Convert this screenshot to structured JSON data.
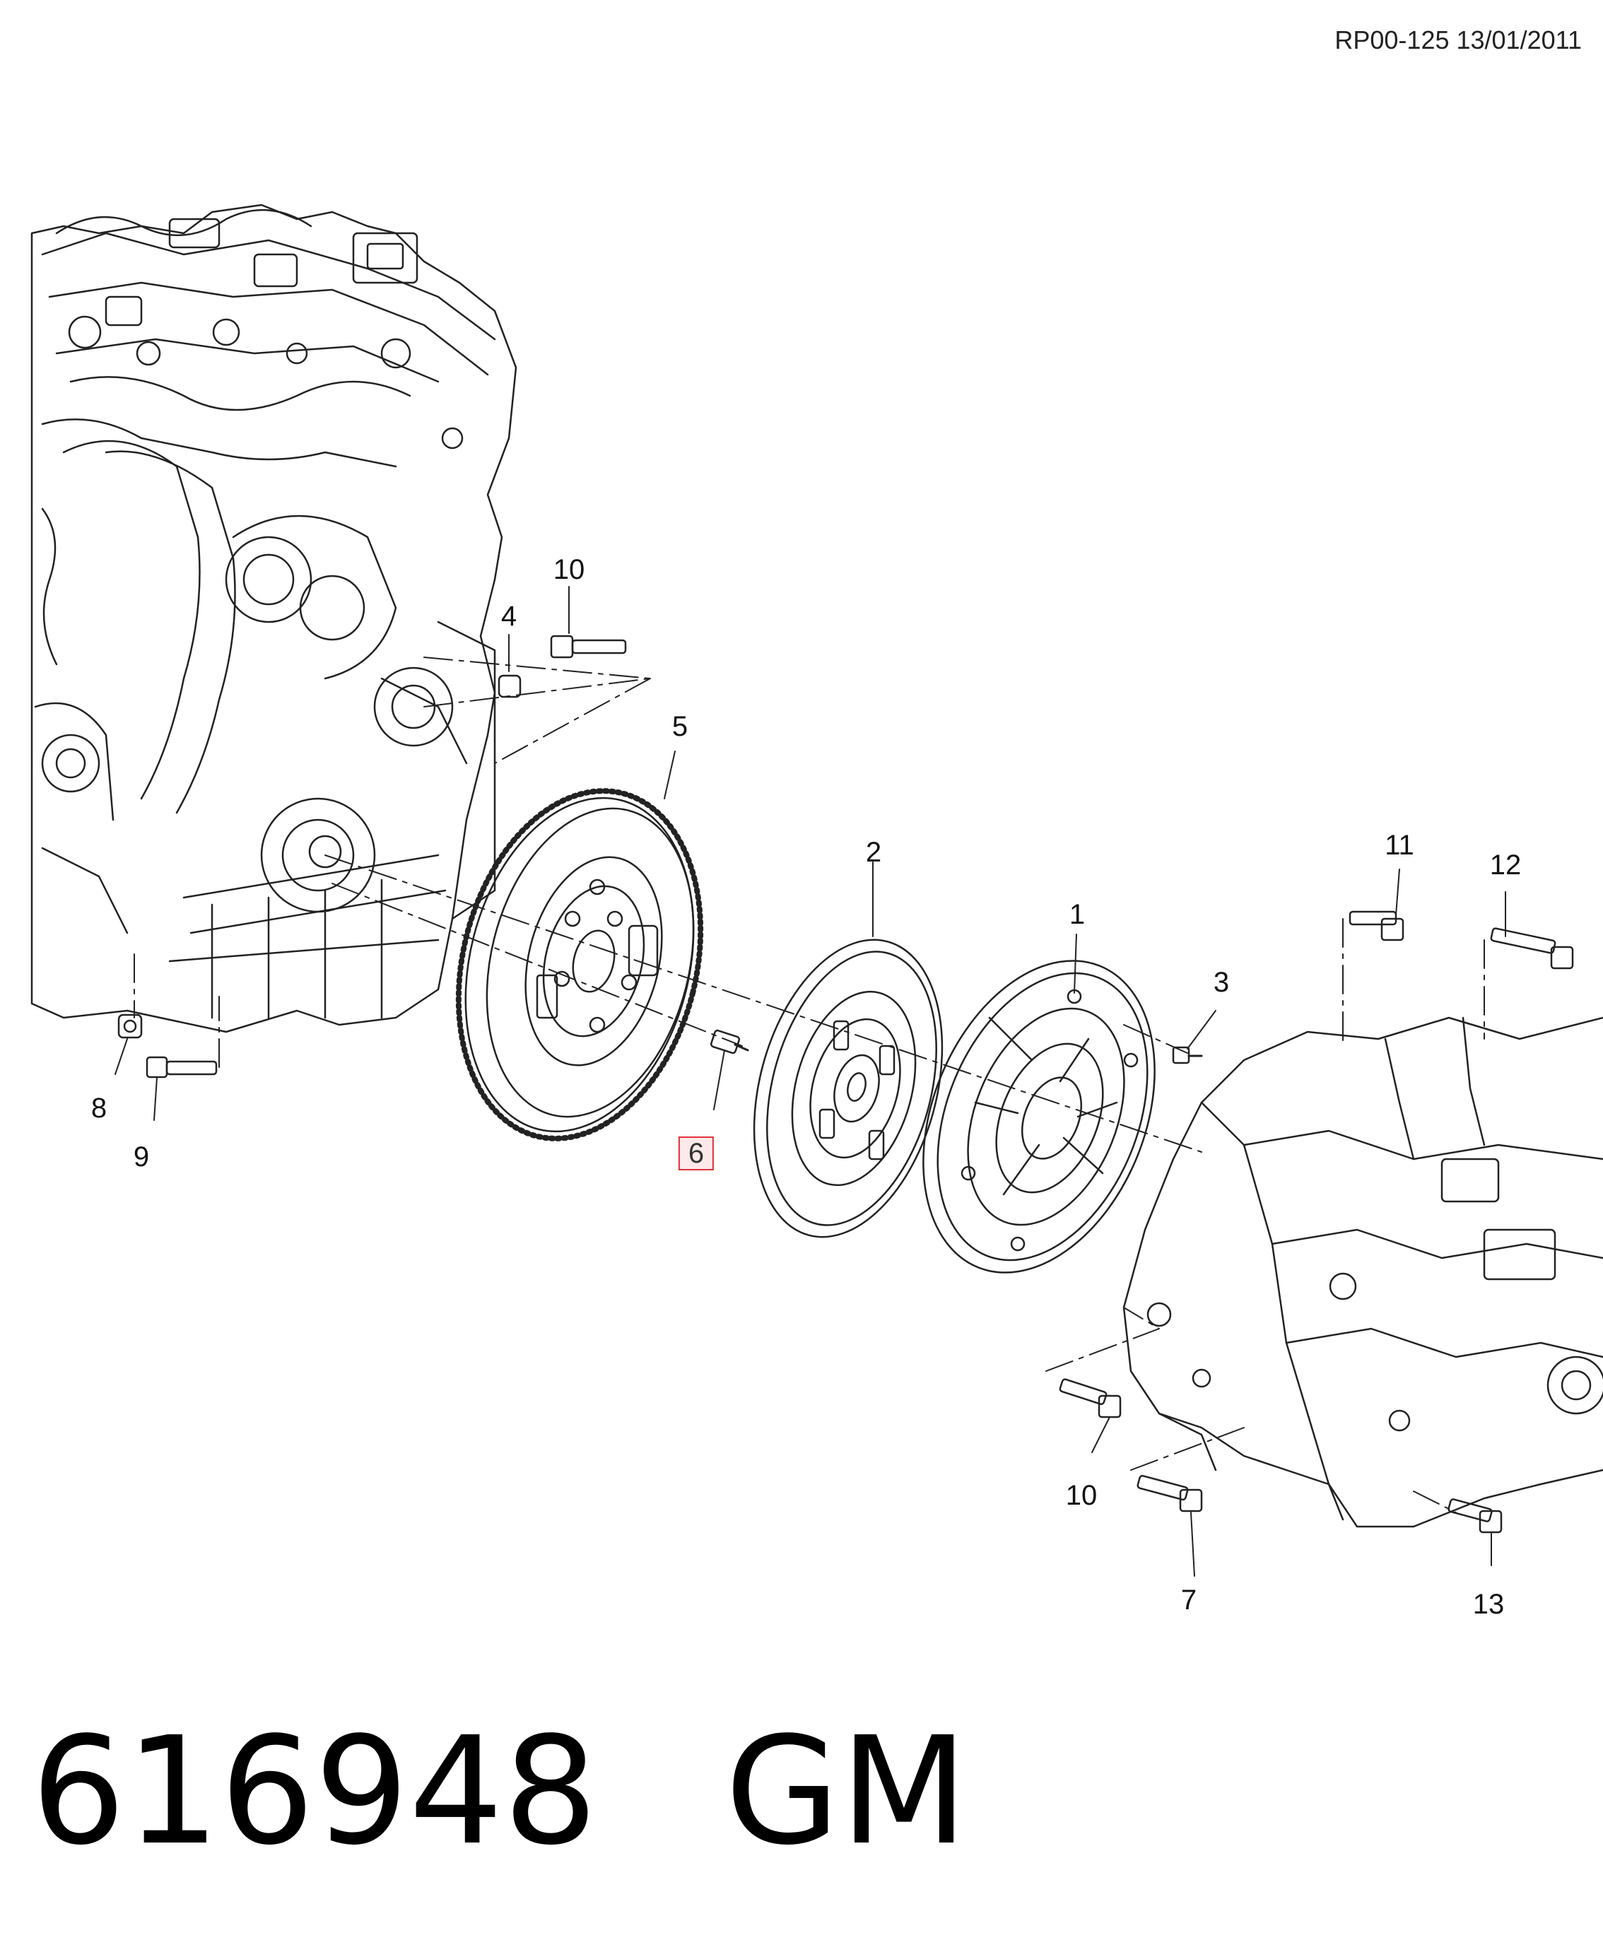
{
  "document": {
    "reference": "RP00-125 13/01/2011",
    "part_number": "616948",
    "brand": "GM"
  },
  "callouts": {
    "c1": "1",
    "c2": "2",
    "c3": "3",
    "c4": "4",
    "c5": "5",
    "c6": "6",
    "c7": "7",
    "c8": "8",
    "c9": "9",
    "c10a": "10",
    "c10b": "10",
    "c11": "11",
    "c12": "12",
    "c13": "13"
  },
  "colors": {
    "line": "#222222",
    "highlight_border": "#e0303a",
    "highlight_fill": "#fde9ea"
  }
}
